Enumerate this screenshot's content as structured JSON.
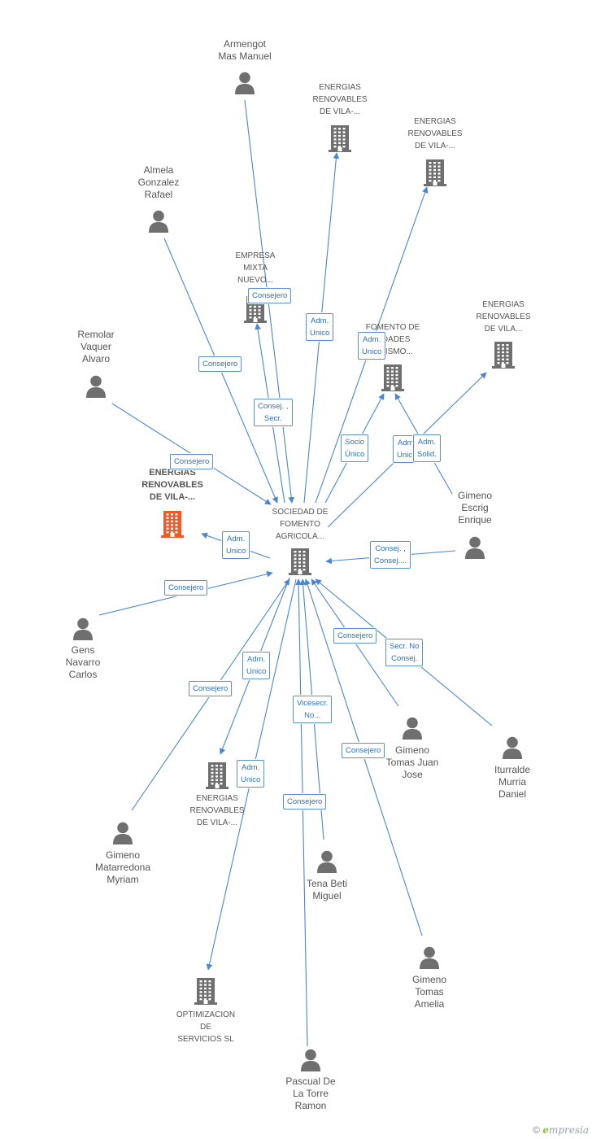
{
  "colors": {
    "edge": "#4a86d6",
    "icon": "#6f6f6f",
    "focus_icon": "#f05a28",
    "label_border": "#5b8fd6",
    "label_text": "#2f6fc4"
  },
  "nodes": [
    {
      "id": "center",
      "type": "company",
      "lines": [
        "SOCIEDAD DE",
        "FOMENTO",
        "AGRICOLA..."
      ]
    },
    {
      "id": "focus",
      "type": "company",
      "focus": true,
      "lines": [
        "ENERGIAS",
        "RENOVABLES",
        "DE VILA-..."
      ]
    },
    {
      "id": "armengot",
      "type": "person",
      "lines": [
        "Armengot",
        "Mas Manuel"
      ]
    },
    {
      "id": "ener1",
      "type": "company",
      "lines": [
        "ENERGIAS",
        "RENOVABLES",
        "DE VILA-..."
      ]
    },
    {
      "id": "ener2",
      "type": "company",
      "lines": [
        "ENERGIAS",
        "RENOVABLES",
        "DE VILA-..."
      ]
    },
    {
      "id": "almela",
      "type": "person",
      "lines": [
        "Almela",
        "Gonzalez",
        "Rafael"
      ]
    },
    {
      "id": "empresa",
      "type": "company",
      "lines": [
        "EMPRESA",
        "MIXTA",
        "NUEVO..."
      ]
    },
    {
      "id": "fomento",
      "type": "company",
      "lines": [
        "FOMENTO DE",
        "...DADES",
        "...RISMO..."
      ]
    },
    {
      "id": "ener3",
      "type": "company",
      "lines": [
        "ENERGIAS",
        "RENOVABLES",
        "DE VILA..."
      ]
    },
    {
      "id": "remolar",
      "type": "person",
      "lines": [
        "Remolar",
        "Vaquer",
        "Alvaro"
      ]
    },
    {
      "id": "gimenoEscrig",
      "type": "person",
      "lines": [
        "Gimeno",
        "Escrig",
        "Enrique"
      ]
    },
    {
      "id": "gens",
      "type": "person",
      "lines": [
        "Gens",
        "Navarro",
        "Carlos"
      ]
    },
    {
      "id": "ener4",
      "type": "company",
      "lines": [
        "ENERGIAS",
        "RENOVABLES",
        "DE VILA-..."
      ]
    },
    {
      "id": "gimenoTomasJuan",
      "type": "person",
      "lines": [
        "Gimeno",
        "Tomas Juan",
        "Jose"
      ]
    },
    {
      "id": "iturralde",
      "type": "person",
      "lines": [
        "Iturralde",
        "Murria",
        "Daniel"
      ]
    },
    {
      "id": "gimenoMat",
      "type": "person",
      "lines": [
        "Gimeno",
        "Matarredona",
        "Myriam"
      ]
    },
    {
      "id": "tena",
      "type": "person",
      "lines": [
        "Tena Beti",
        "Miguel"
      ]
    },
    {
      "id": "optim",
      "type": "company",
      "lines": [
        "OPTIMIZACION",
        "DE",
        "SERVICIOS SL"
      ]
    },
    {
      "id": "gimenoTomasAm",
      "type": "person",
      "lines": [
        "Gimeno",
        "Tomas",
        "Amelia"
      ]
    },
    {
      "id": "pascual",
      "type": "person",
      "lines": [
        "Pascual De",
        "La Torre",
        "Ramon"
      ]
    }
  ],
  "edges": [
    {
      "from": "armengot",
      "to": "center",
      "label": [
        "Consej. ,",
        "Secr."
      ]
    },
    {
      "from": "center",
      "to": "ener1",
      "label": [
        "Adm.",
        "Unico"
      ]
    },
    {
      "from": "center",
      "to": "ener2",
      "label": [
        "Adm.",
        "Unico"
      ]
    },
    {
      "from": "almela",
      "to": "center",
      "label": [
        "Consejero"
      ]
    },
    {
      "from": "center",
      "to": "empresa",
      "label": [
        "Consejero"
      ]
    },
    {
      "from": "center",
      "to": "fomento",
      "label": [
        "Socio",
        "Único"
      ]
    },
    {
      "from": "center",
      "to": "ener3",
      "label": [
        "Adm.",
        "Unico"
      ]
    },
    {
      "from": "gimenoEscrig",
      "to": "fomento",
      "label": [
        "Adm.",
        "Solid."
      ]
    },
    {
      "from": "remolar",
      "to": "center",
      "label": [
        "Consejero"
      ]
    },
    {
      "from": "center",
      "to": "focus",
      "label": [
        "Adm.",
        "Unico"
      ]
    },
    {
      "from": "gimenoEscrig",
      "to": "center",
      "label": [
        "Consej. ,",
        "Consej...."
      ]
    },
    {
      "from": "gens",
      "to": "center",
      "label": [
        "Consejero"
      ]
    },
    {
      "from": "center",
      "to": "ener4",
      "label": [
        "Adm.",
        "Unico"
      ]
    },
    {
      "from": "gimenoTomasJuan",
      "to": "center",
      "label": [
        "Consejero"
      ]
    },
    {
      "from": "iturralde",
      "to": "center",
      "label": [
        "Secr.  No",
        "Consej."
      ]
    },
    {
      "from": "gimenoMat",
      "to": "center",
      "label": [
        "Consejero"
      ]
    },
    {
      "from": "tena",
      "to": "center",
      "label": [
        "Vicesecr.",
        "No..."
      ]
    },
    {
      "from": "center",
      "to": "optim",
      "label": [
        "Adm.",
        "Unico"
      ]
    },
    {
      "from": "gimenoTomasAm",
      "to": "center",
      "label": [
        "Consejero"
      ]
    },
    {
      "from": "pascual",
      "to": "center",
      "label": [
        "Consejero"
      ]
    }
  ],
  "footer": {
    "copyright": "©",
    "brand_e": "e",
    "brand_rest": "mpresia"
  }
}
